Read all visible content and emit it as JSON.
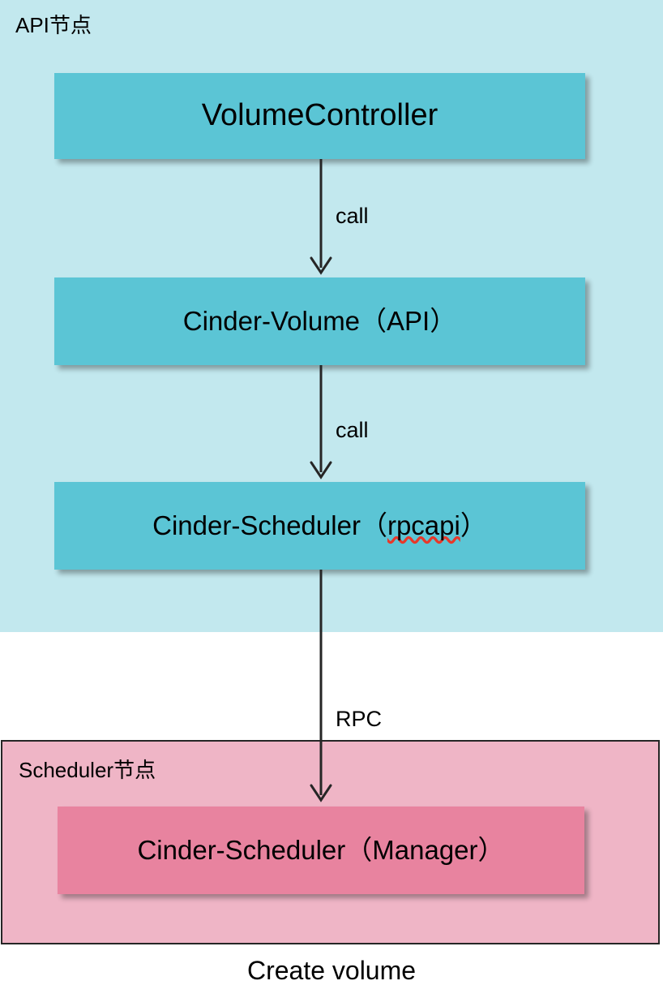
{
  "diagram": {
    "caption": "Create volume",
    "sections": [
      {
        "id": "api-node",
        "label": "API节点",
        "fill": "#c2e8ee",
        "boxes": [
          {
            "id": "volume-controller",
            "label": "VolumeController",
            "fill": "#5bc5d5"
          },
          {
            "id": "cinder-volume-api",
            "label": "Cinder-Volume（API）",
            "fill": "#5bc5d5"
          },
          {
            "id": "cinder-scheduler-rpcapi",
            "label_prefix": "Cinder-Scheduler（",
            "label_spellchecked": "rpcapi",
            "label_suffix": "）",
            "fill": "#5bc5d5"
          }
        ]
      },
      {
        "id": "scheduler-node",
        "label": "Scheduler节点",
        "fill": "#efb5c6",
        "border": "#262626",
        "boxes": [
          {
            "id": "cinder-scheduler-manager",
            "label": "Cinder-Scheduler（Manager）",
            "fill": "#e8839f"
          }
        ]
      }
    ],
    "edges": [
      {
        "id": "edge-1",
        "from": "volume-controller",
        "to": "cinder-volume-api",
        "label": "call"
      },
      {
        "id": "edge-2",
        "from": "cinder-volume-api",
        "to": "cinder-scheduler-rpcapi",
        "label": "call"
      },
      {
        "id": "edge-3",
        "from": "cinder-scheduler-rpcapi",
        "to": "cinder-scheduler-manager",
        "label": "RPC"
      }
    ],
    "colors": {
      "panel_blue": "#c2e8ee",
      "panel_pink": "#efb5c6",
      "box_teal": "#5bc5d5",
      "box_rose": "#e8839f",
      "arrow": "#262626",
      "spellcheck_underline": "#e8382a"
    }
  }
}
